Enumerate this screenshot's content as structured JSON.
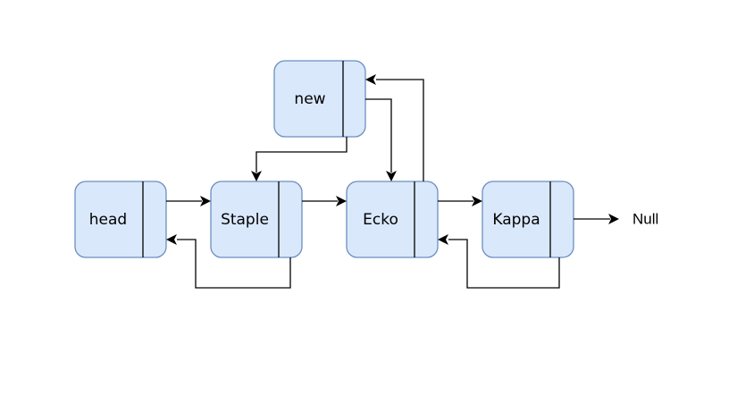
{
  "nodes": {
    "new": {
      "label": "new"
    },
    "head": {
      "label": "head"
    },
    "staple": {
      "label": "Staple"
    },
    "ecko": {
      "label": "Ecko"
    },
    "kappa": {
      "label": "Kappa"
    }
  },
  "terminal": {
    "label": "Null"
  },
  "colors": {
    "node_fill": "#dae8fc",
    "node_stroke": "#6c8ebf",
    "edge": "#000000"
  }
}
